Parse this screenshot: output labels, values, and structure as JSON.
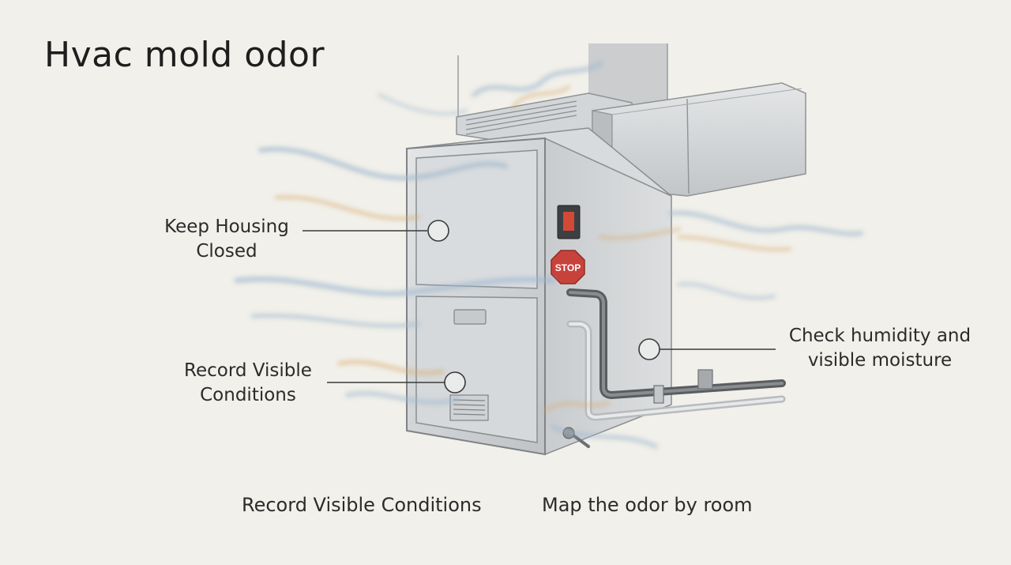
{
  "title": "Hvac mold odor",
  "callouts": [
    {
      "lines": [
        "Keep Housing",
        "Closed"
      ]
    },
    {
      "lines": [
        "Record Visible",
        "Conditions"
      ]
    },
    {
      "lines": [
        "Check humidity and",
        "visible moisture"
      ]
    }
  ],
  "captions": [
    "Record Visible Conditions",
    "Map the odor by room"
  ],
  "furnace": {
    "switch_label": "",
    "stop_sign": "STOP"
  },
  "colors": {
    "background": "#f1f0ea",
    "metal": "#cfd2d4",
    "odor_blue": "#9fb8cf",
    "odor_orange": "#d9a96a",
    "stop_red": "#c8423c"
  }
}
